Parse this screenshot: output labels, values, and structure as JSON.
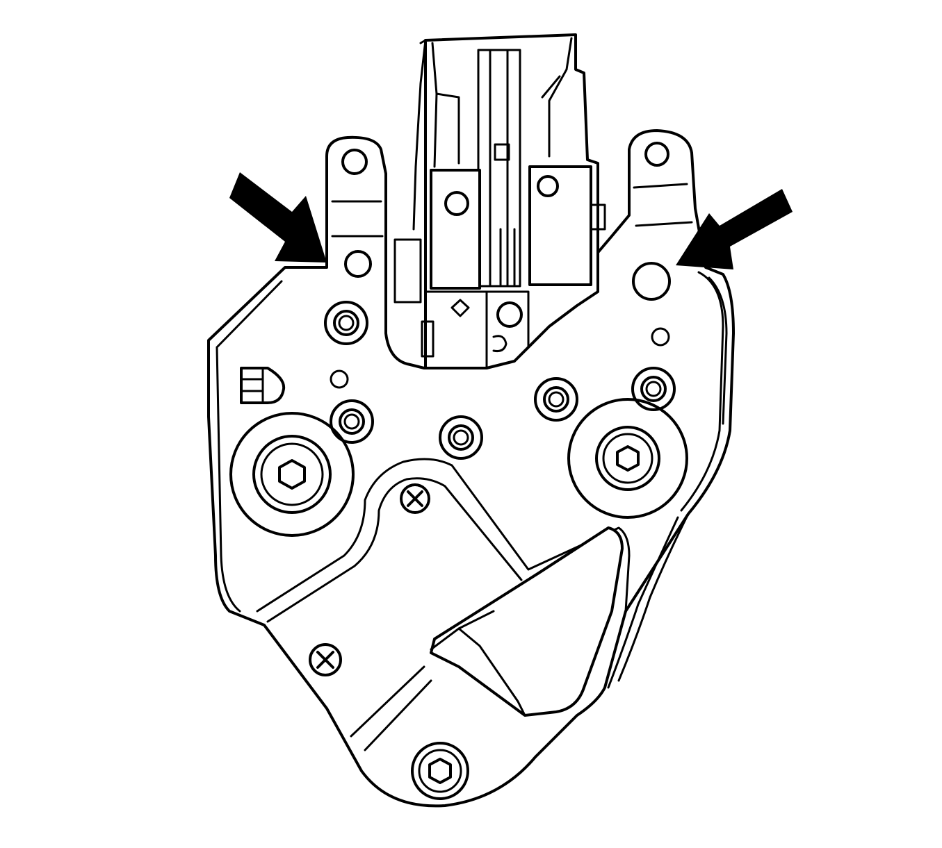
{
  "diagram": {
    "subject": "door-latch-assembly",
    "callouts": [
      {
        "id": "left-arrow",
        "points_to": "left-mounting-hole"
      },
      {
        "id": "right-arrow",
        "points_to": "right-mounting-hole"
      }
    ],
    "colors": {
      "line": "#000000",
      "background": "#ffffff"
    }
  }
}
